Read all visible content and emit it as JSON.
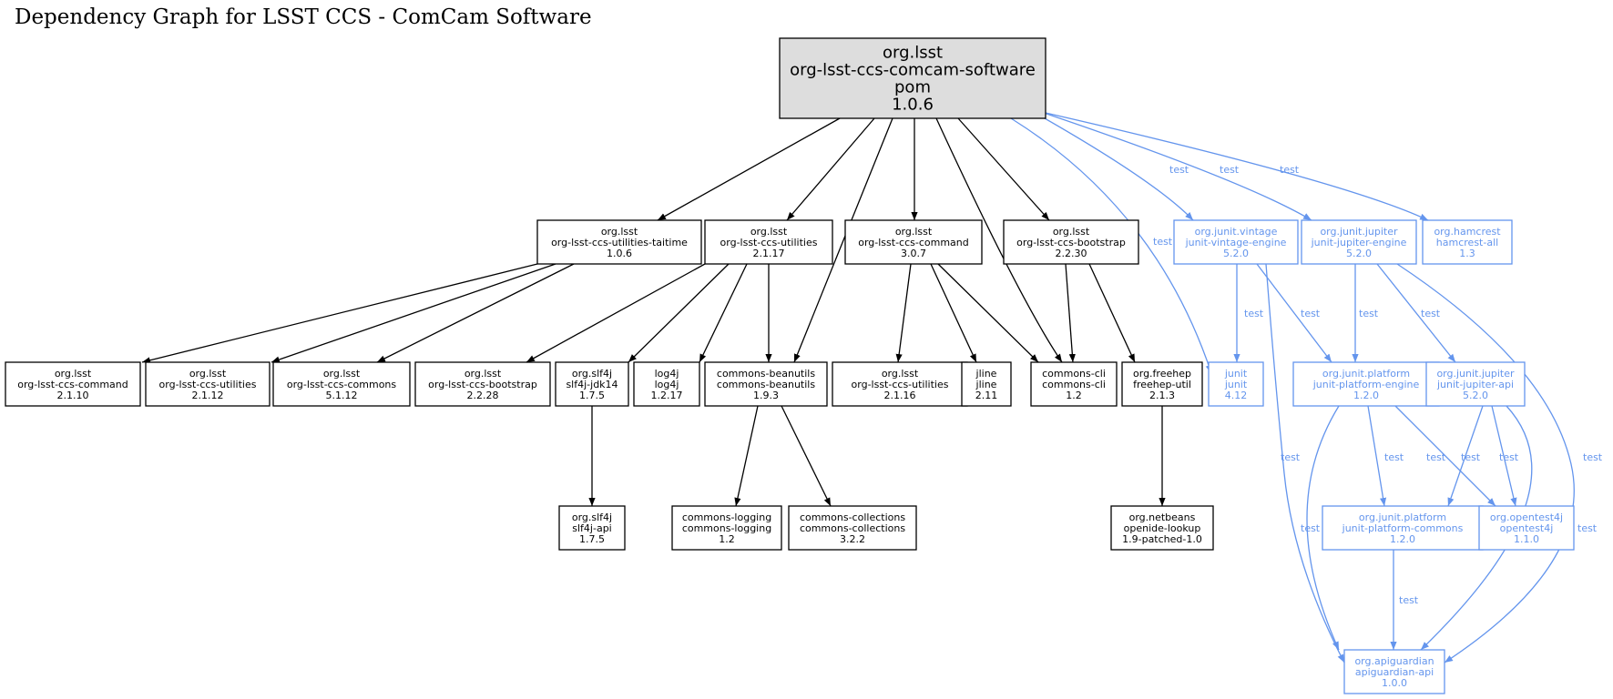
{
  "title": "Dependency Graph for LSST CCS - ComCam Software",
  "colors": {
    "black": "#000000",
    "test": "#6495ED",
    "root_fill": "#dddddd"
  },
  "nodes": [
    {
      "id": "root",
      "style": "root",
      "lines": [
        "org.lsst",
        "org-lsst-ccs-comcam-software",
        "pom",
        "1.0.6"
      ]
    },
    {
      "id": "taitime",
      "style": "normal",
      "lines": [
        "org.lsst",
        "org-lsst-ccs-utilities-taitime",
        "1.0.6"
      ]
    },
    {
      "id": "util2117",
      "style": "normal",
      "lines": [
        "org.lsst",
        "org-lsst-ccs-utilities",
        "2.1.17"
      ]
    },
    {
      "id": "cmd307",
      "style": "normal",
      "lines": [
        "org.lsst",
        "org-lsst-ccs-command",
        "3.0.7"
      ]
    },
    {
      "id": "boot2230",
      "style": "normal",
      "lines": [
        "org.lsst",
        "org-lsst-ccs-bootstrap",
        "2.2.30"
      ]
    },
    {
      "id": "vintage",
      "style": "test",
      "lines": [
        "org.junit.vintage",
        "junit-vintage-engine",
        "5.2.0"
      ]
    },
    {
      "id": "jupeng",
      "style": "test",
      "lines": [
        "org.junit.jupiter",
        "junit-jupiter-engine",
        "5.2.0"
      ]
    },
    {
      "id": "hamcrest",
      "style": "test",
      "lines": [
        "org.hamcrest",
        "hamcrest-all",
        "1.3"
      ]
    },
    {
      "id": "cmd2110",
      "style": "normal",
      "lines": [
        "org.lsst",
        "org-lsst-ccs-command",
        "2.1.10"
      ]
    },
    {
      "id": "util2112",
      "style": "normal",
      "lines": [
        "org.lsst",
        "org-lsst-ccs-utilities",
        "2.1.12"
      ]
    },
    {
      "id": "commons5112",
      "style": "normal",
      "lines": [
        "org.lsst",
        "org-lsst-ccs-commons",
        "5.1.12"
      ]
    },
    {
      "id": "boot2228",
      "style": "normal",
      "lines": [
        "org.lsst",
        "org-lsst-ccs-bootstrap",
        "2.2.28"
      ]
    },
    {
      "id": "slf4jjdk",
      "style": "normal",
      "lines": [
        "org.slf4j",
        "slf4j-jdk14",
        "1.7.5"
      ]
    },
    {
      "id": "log4j",
      "style": "normal",
      "lines": [
        "log4j",
        "log4j",
        "1.2.17"
      ]
    },
    {
      "id": "beanutils",
      "style": "normal",
      "lines": [
        "commons-beanutils",
        "commons-beanutils",
        "1.9.3"
      ]
    },
    {
      "id": "util2116",
      "style": "normal",
      "lines": [
        "org.lsst",
        "org-lsst-ccs-utilities",
        "2.1.16"
      ]
    },
    {
      "id": "jline",
      "style": "normal",
      "lines": [
        "jline",
        "jline",
        "2.11"
      ]
    },
    {
      "id": "cli",
      "style": "normal",
      "lines": [
        "commons-cli",
        "commons-cli",
        "1.2"
      ]
    },
    {
      "id": "freehep",
      "style": "normal",
      "lines": [
        "org.freehep",
        "freehep-util",
        "2.1.3"
      ]
    },
    {
      "id": "junit",
      "style": "test",
      "lines": [
        "junit",
        "junit",
        "4.12"
      ]
    },
    {
      "id": "platengine",
      "style": "test",
      "lines": [
        "org.junit.platform",
        "junit-platform-engine",
        "1.2.0"
      ]
    },
    {
      "id": "jupapi",
      "style": "test",
      "lines": [
        "org.junit.jupiter",
        "junit-jupiter-api",
        "5.2.0"
      ]
    },
    {
      "id": "slf4japi",
      "style": "normal",
      "lines": [
        "org.slf4j",
        "slf4j-api",
        "1.7.5"
      ]
    },
    {
      "id": "logging",
      "style": "normal",
      "lines": [
        "commons-logging",
        "commons-logging",
        "1.2"
      ]
    },
    {
      "id": "collections",
      "style": "normal",
      "lines": [
        "commons-collections",
        "commons-collections",
        "3.2.2"
      ]
    },
    {
      "id": "openide",
      "style": "normal",
      "lines": [
        "org.netbeans",
        "openide-lookup",
        "1.9-patched-1.0"
      ]
    },
    {
      "id": "platcommons",
      "style": "test",
      "lines": [
        "org.junit.platform",
        "junit-platform-commons",
        "1.2.0"
      ]
    },
    {
      "id": "opentest4j",
      "style": "test",
      "lines": [
        "org.opentest4j",
        "opentest4j",
        "1.1.0"
      ]
    },
    {
      "id": "apiguardian",
      "style": "test",
      "lines": [
        "org.apiguardian",
        "apiguardian-api",
        "1.0.0"
      ]
    }
  ],
  "edges": [
    {
      "id": "e1",
      "from": "root",
      "to": "taitime",
      "style": "black",
      "label": ""
    },
    {
      "id": "e2",
      "from": "root",
      "to": "util2117",
      "style": "black",
      "label": ""
    },
    {
      "id": "e3",
      "from": "root",
      "to": "beanutils",
      "style": "black",
      "label": ""
    },
    {
      "id": "e4",
      "from": "root",
      "to": "cmd307",
      "style": "black",
      "label": ""
    },
    {
      "id": "e5",
      "from": "root",
      "to": "cli",
      "style": "black",
      "label": ""
    },
    {
      "id": "e6",
      "from": "root",
      "to": "boot2230",
      "style": "black",
      "label": ""
    },
    {
      "id": "e7",
      "from": "root",
      "to": "junit",
      "style": "test",
      "label": "test"
    },
    {
      "id": "e8",
      "from": "root",
      "to": "vintage",
      "style": "test",
      "label": "test"
    },
    {
      "id": "e9",
      "from": "root",
      "to": "jupeng",
      "style": "test",
      "label": "test"
    },
    {
      "id": "e10",
      "from": "root",
      "to": "hamcrest",
      "style": "test",
      "label": "test"
    },
    {
      "id": "e11",
      "from": "taitime",
      "to": "cmd2110",
      "style": "black",
      "label": ""
    },
    {
      "id": "e12",
      "from": "taitime",
      "to": "util2112",
      "style": "black",
      "label": ""
    },
    {
      "id": "e13",
      "from": "taitime",
      "to": "commons5112",
      "style": "black",
      "label": ""
    },
    {
      "id": "e14",
      "from": "util2117",
      "to": "boot2228",
      "style": "black",
      "label": ""
    },
    {
      "id": "e15",
      "from": "util2117",
      "to": "slf4jjdk",
      "style": "black",
      "label": ""
    },
    {
      "id": "e16",
      "from": "util2117",
      "to": "log4j",
      "style": "black",
      "label": ""
    },
    {
      "id": "e17",
      "from": "util2117",
      "to": "beanutils",
      "style": "black",
      "label": ""
    },
    {
      "id": "e18",
      "from": "cmd307",
      "to": "util2116",
      "style": "black",
      "label": ""
    },
    {
      "id": "e19",
      "from": "cmd307",
      "to": "jline",
      "style": "black",
      "label": ""
    },
    {
      "id": "e20",
      "from": "cmd307",
      "to": "cli",
      "style": "black",
      "label": ""
    },
    {
      "id": "e21",
      "from": "boot2230",
      "to": "cli",
      "style": "black",
      "label": ""
    },
    {
      "id": "e22",
      "from": "boot2230",
      "to": "freehep",
      "style": "black",
      "label": ""
    },
    {
      "id": "e23",
      "from": "vintage",
      "to": "junit",
      "style": "test",
      "label": "test"
    },
    {
      "id": "e24",
      "from": "vintage",
      "to": "platengine",
      "style": "test",
      "label": "test"
    },
    {
      "id": "e25",
      "from": "vintage",
      "to": "apiguardian",
      "style": "test",
      "label": "test"
    },
    {
      "id": "e26",
      "from": "jupeng",
      "to": "platengine",
      "style": "test",
      "label": "test"
    },
    {
      "id": "e27",
      "from": "jupeng",
      "to": "jupapi",
      "style": "test",
      "label": "test"
    },
    {
      "id": "e28",
      "from": "jupeng",
      "to": "apiguardian",
      "style": "test",
      "label": "test"
    },
    {
      "id": "e29",
      "from": "slf4jjdk",
      "to": "slf4japi",
      "style": "black",
      "label": ""
    },
    {
      "id": "e30",
      "from": "beanutils",
      "to": "logging",
      "style": "black",
      "label": ""
    },
    {
      "id": "e31",
      "from": "beanutils",
      "to": "collections",
      "style": "black",
      "label": ""
    },
    {
      "id": "e32",
      "from": "freehep",
      "to": "openide",
      "style": "black",
      "label": ""
    },
    {
      "id": "e33",
      "from": "platengine",
      "to": "platcommons",
      "style": "test",
      "label": "test"
    },
    {
      "id": "e34",
      "from": "platengine",
      "to": "opentest4j",
      "style": "test",
      "label": "test"
    },
    {
      "id": "e35",
      "from": "platengine",
      "to": "apiguardian",
      "style": "test",
      "label": "test"
    },
    {
      "id": "e36",
      "from": "jupapi",
      "to": "platcommons",
      "style": "test",
      "label": "test"
    },
    {
      "id": "e37",
      "from": "jupapi",
      "to": "opentest4j",
      "style": "test",
      "label": "test"
    },
    {
      "id": "e38",
      "from": "jupapi",
      "to": "apiguardian",
      "style": "test",
      "label": "test"
    },
    {
      "id": "e39",
      "from": "platcommons",
      "to": "apiguardian",
      "style": "test",
      "label": "test"
    }
  ]
}
